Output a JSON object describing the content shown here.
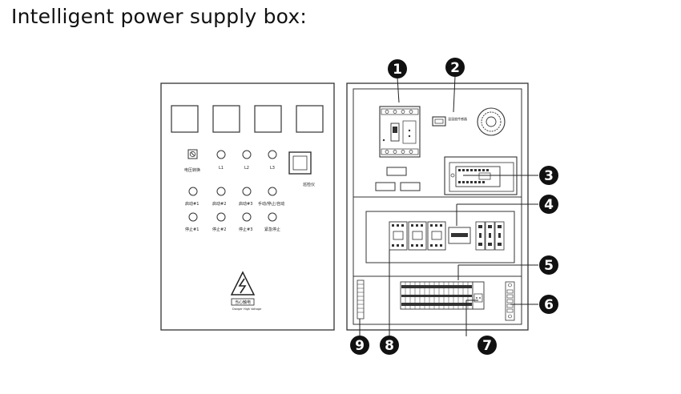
{
  "title": "Intelligent power supply box:",
  "door": {
    "voltage_switch_label": "电压转换",
    "phase_labels": [
      "L1",
      "L2",
      "L3"
    ],
    "instrument_label": "巡检仪",
    "start_labels": [
      "启动#1",
      "启动#2",
      "启动#3",
      "手动/停止/自动"
    ],
    "stop_labels": [
      "停止#1",
      "停止#2",
      "停止#3",
      "紧急停止"
    ],
    "warning_label": "当心触电",
    "warning_sub": "Danger High Voltage"
  },
  "panel": {
    "sensor_label": "温湿度传感器"
  },
  "callouts": [
    "1",
    "2",
    "3",
    "4",
    "5",
    "6",
    "7",
    "8",
    "9"
  ]
}
